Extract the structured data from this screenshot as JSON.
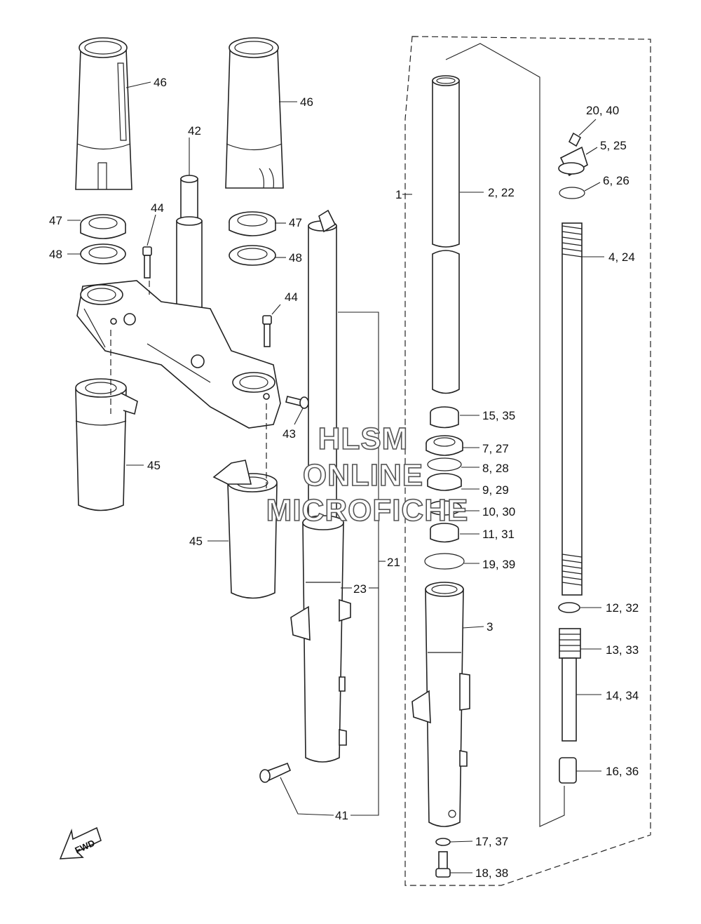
{
  "callouts": {
    "c46a": "46",
    "c46b": "46",
    "c42": "42",
    "c47a": "47",
    "c47b": "47",
    "c48a": "48",
    "c48b": "48",
    "c44a": "44",
    "c44b": "44",
    "c43": "43",
    "c45a": "45",
    "c45b": "45",
    "c1": "1",
    "c2": "2, 22",
    "c20": "20, 40",
    "c5": "5, 25",
    "c6": "6, 26",
    "c4": "4, 24",
    "c15": "15, 35",
    "c7": "7, 27",
    "c8": "8, 28",
    "c9": "9, 29",
    "c10": "10, 30",
    "c11": "11, 31",
    "c19": "19, 39",
    "c21": "21",
    "c23": "23",
    "c3": "3",
    "c12": "12, 32",
    "c13": "13, 33",
    "c14": "14, 34",
    "c16": "16, 36",
    "c41": "41",
    "c17": "17, 37",
    "c18": "18, 38"
  },
  "watermark": {
    "line1": "HLSM",
    "line2": "ONLINE",
    "line3": "MICROFICHE"
  },
  "fwd_label": "FWD"
}
